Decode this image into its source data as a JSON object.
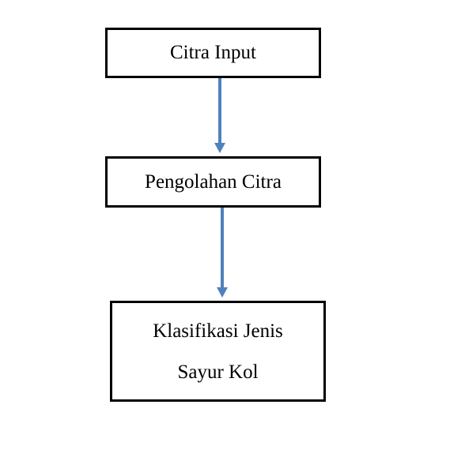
{
  "diagram": {
    "colors": {
      "box_border": "#000000",
      "arrow": "#4f81bd",
      "background": "#ffffff"
    },
    "nodes": [
      {
        "id": "citra-input",
        "lines": [
          "Citra Input"
        ]
      },
      {
        "id": "pengolahan-citra",
        "lines": [
          "Pengolahan Citra"
        ]
      },
      {
        "id": "klasifikasi-jenis-sayur-kol",
        "lines": [
          "Klasifikasi Jenis",
          "Sayur Kol"
        ]
      }
    ],
    "edges": [
      {
        "from": "citra-input",
        "to": "pengolahan-citra"
      },
      {
        "from": "pengolahan-citra",
        "to": "klasifikasi-jenis-sayur-kol"
      }
    ]
  }
}
